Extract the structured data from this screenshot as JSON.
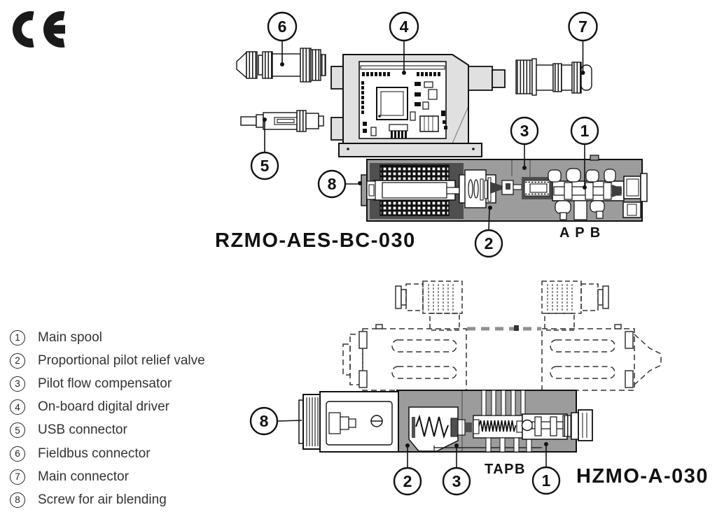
{
  "ce_mark": "CE",
  "legend": {
    "items": [
      {
        "number": "1",
        "label": "Main spool"
      },
      {
        "number": "2",
        "label": "Proportional pilot relief valve"
      },
      {
        "number": "3",
        "label": "Pilot flow compensator"
      },
      {
        "number": "4",
        "label": "On-board digital driver"
      },
      {
        "number": "5",
        "label": "USB connector"
      },
      {
        "number": "6",
        "label": "Fieldbus connector"
      },
      {
        "number": "7",
        "label": "Main connector"
      },
      {
        "number": "8",
        "label": "Screw for air blending"
      }
    ]
  },
  "valves": {
    "rzmo": {
      "model": "RZMO-AES-BC-030",
      "ports_label": "A P B"
    },
    "hzmo": {
      "model": "HZMO-A-030",
      "ports_label": "TAPB"
    }
  },
  "callouts": {
    "top": {
      "fieldbus": "6",
      "driver": "4",
      "main_connector": "7",
      "usb": "5",
      "compensator": "3",
      "main_spool": "1",
      "relief_valve": "2",
      "air_screw": "8"
    },
    "bottom": {
      "air_screw": "8",
      "relief_valve": "2",
      "compensator": "3",
      "main_spool": "1"
    }
  },
  "colors": {
    "valve_body": "#9c9c9c",
    "solenoid_dark": "#4f4f4f",
    "housing": "#e0e0e0",
    "outline": "#111111"
  }
}
